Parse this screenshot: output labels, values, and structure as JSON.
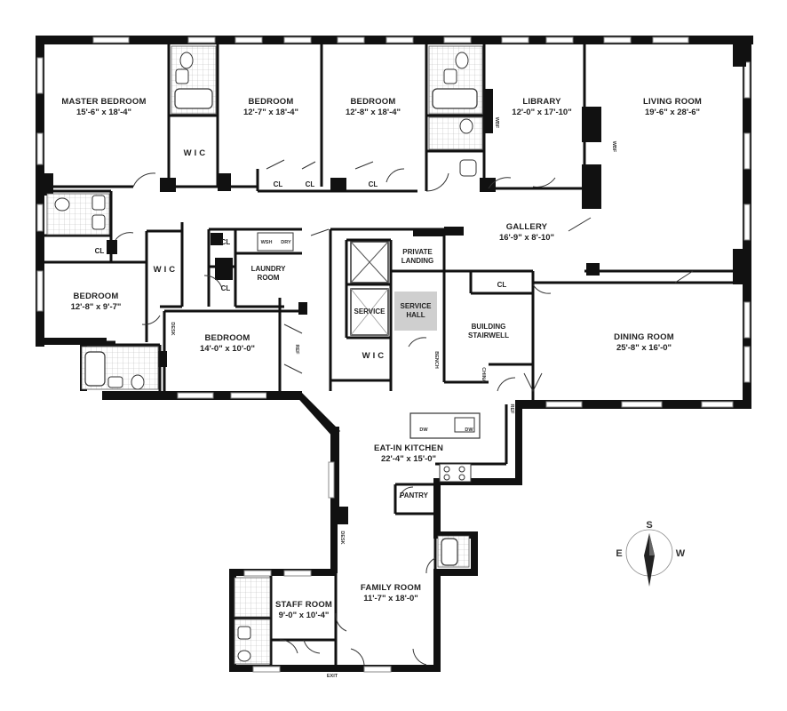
{
  "rooms": {
    "master_bedroom": {
      "name": "MASTER BEDROOM",
      "dim": "15'-6\" x 18'-4\""
    },
    "bedroom_1": {
      "name": "BEDROOM",
      "dim": "12'-7\" x 18'-4\""
    },
    "bedroom_2": {
      "name": "BEDROOM",
      "dim": "12'-8\" x 18'-4\""
    },
    "library": {
      "name": "LIBRARY",
      "dim": "12'-0\" x 17'-10\""
    },
    "living_room": {
      "name": "LIVING ROOM",
      "dim": "19'-6\" x 28'-6\""
    },
    "gallery": {
      "name": "GALLERY",
      "dim": "16'-9\" x 8'-10\""
    },
    "bedroom_3": {
      "name": "BEDROOM",
      "dim": "12'-8\" x 9'-7\""
    },
    "bedroom_4": {
      "name": "BEDROOM",
      "dim": "14'-0\" x 10'-0\""
    },
    "dining_room": {
      "name": "DINING ROOM",
      "dim": "25'-8\" x 16'-0\""
    },
    "eat_in_kitchen": {
      "name": "EAT-IN KITCHEN",
      "dim": "22'-4\" x 15'-0\""
    },
    "family_room": {
      "name": "FAMILY ROOM",
      "dim": "11'-7\" x 18'-0\""
    },
    "staff_room": {
      "name": "STAFF ROOM",
      "dim": "9'-0\" x 10'-4\""
    }
  },
  "labels": {
    "wic": "W I C",
    "cl": "CL",
    "laundry_room_1": "LAUNDRY",
    "laundry_room_2": "ROOM",
    "private_landing_1": "PRIVATE",
    "private_landing_2": "LANDING",
    "service_hall_1": "SERVICE",
    "service_hall_2": "HALL",
    "service": "SERVICE",
    "building_stairwell_1": "BUILDING",
    "building_stairwell_2": "STAIRWELL",
    "pantry": "PANTRY",
    "wsh": "WSH",
    "dry": "DRY",
    "dw": "DW",
    "desk": "DESK",
    "ref": "REF",
    "bench": "BENCH",
    "china": "CHINA",
    "wbf": "WBF",
    "exit": "EXIT"
  },
  "compass": {
    "n": "S",
    "w": "E",
    "e": "W"
  }
}
